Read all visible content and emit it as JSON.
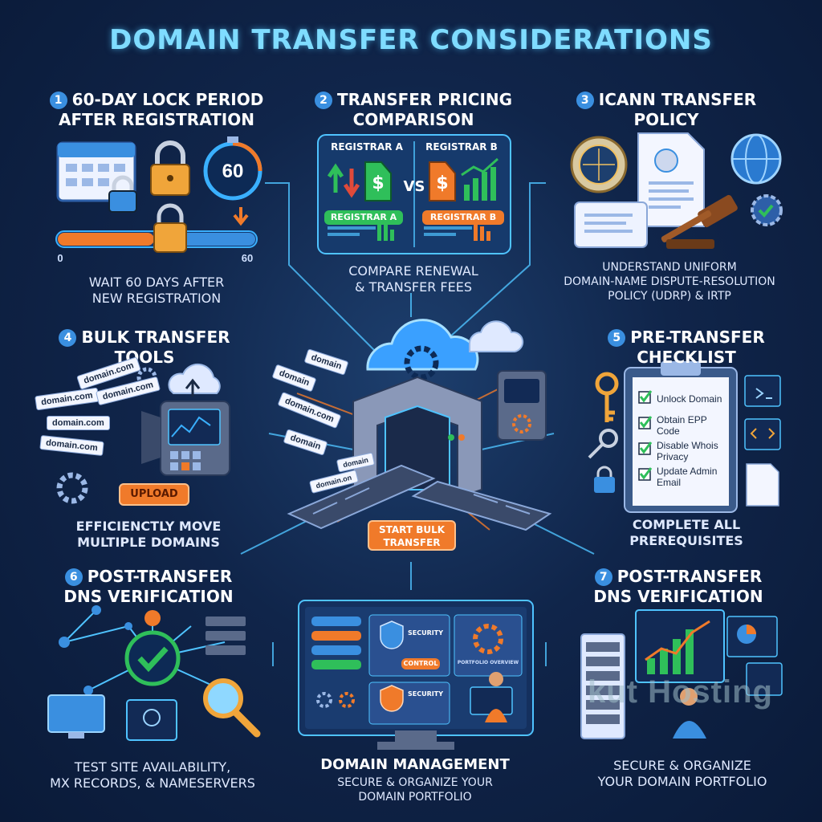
{
  "title": "DOMAIN TRANSFER CONSIDERATIONS",
  "sections": [
    {
      "num": "1",
      "title_l1": "60-DAY LOCK PERIOD",
      "title_l2": "AFTER REGISTRATION",
      "desc_l1": "WAIT 60 DAYS AFTER",
      "desc_l2": "NEW REGISTRATION"
    },
    {
      "num": "2",
      "title_l1": "TRANSFER PRICING",
      "title_l2": "COMPARISON",
      "desc_l1": "COMPARE RENEWAL",
      "desc_l2": "& TRANSFER FEES"
    },
    {
      "num": "3",
      "title_l1": "ICANN TRANSFER",
      "title_l2": "POLICY",
      "desc_l1": "UNDERSTAND UNIFORM",
      "desc_l2": "DOMAIN-NAME DISPUTE-RESOLUTION",
      "desc_l3": "POLICY (UDRP) & IRTP"
    },
    {
      "num": "4",
      "title_l1": "BULK TRANSFER",
      "title_l2": "TOOLS",
      "desc_l1": "EFFICIENCTLY MOVE",
      "desc_l2": "MULTIPLE DOMAINS"
    },
    {
      "num": "5",
      "title_l1": "PRE-TRANSFER",
      "title_l2": "CHECKLIST",
      "desc_l1": "COMPLETE ALL",
      "desc_l2": "PREREQUISITES"
    },
    {
      "num": "6",
      "title_l1": "POST-TRANSFER",
      "title_l2": "DNS VERIFICATION",
      "desc_l1": "TEST SITE AVAILABILITY,",
      "desc_l2": "MX RECORDS, & NAMESERVERS"
    },
    {
      "num": "7",
      "title_l1": "POST-TRANSFER",
      "title_l2": "DNS VERIFICATION",
      "desc_l1": "SECURE & ORGANIZE",
      "desc_l2": "YOUR DOMAIN PORTFOLIO"
    }
  ],
  "lock": {
    "timer": "60",
    "scale_start": "0",
    "scale_end": "60"
  },
  "pricing": {
    "registrar_a": "REGISTRAR A",
    "registrar_b": "REGISTRAR B",
    "vs": "VS",
    "btn_a": "REGISTRAR A",
    "btn_b": "REGISTRAR B",
    "dollar": "$"
  },
  "bulk": {
    "upload_label": "UPLOAD",
    "domain_tag": "domain.com",
    "domain_short": "domain",
    "domain_on": "domain.on"
  },
  "checklist": {
    "items": [
      "Unlock Domain",
      "Obtain EPP",
      "Code",
      "Disable Whois",
      "Privacy",
      "Update Admin",
      "Email"
    ]
  },
  "center": {
    "start_label_l1": "START BULK",
    "start_label_l2": "TRANSFER",
    "domain_tags": [
      "domain",
      "domain",
      "domain.com",
      "domain"
    ]
  },
  "management": {
    "title": "DOMAIN MANAGEMENT",
    "desc_l1": "SECURE & ORGANIZE YOUR",
    "desc_l2": "DOMAIN PORTFOLIO",
    "security": "SECURITY",
    "control": "CONTROL",
    "portfolio": "PORTFOLIO OVERVIEW"
  },
  "watermark": "kut Hosting",
  "colors": {
    "accent": "#3a8fe0",
    "orange": "#f07a2a",
    "green": "#2fbf5a",
    "title": "#7fdcff",
    "line": "#4fc3ff"
  }
}
